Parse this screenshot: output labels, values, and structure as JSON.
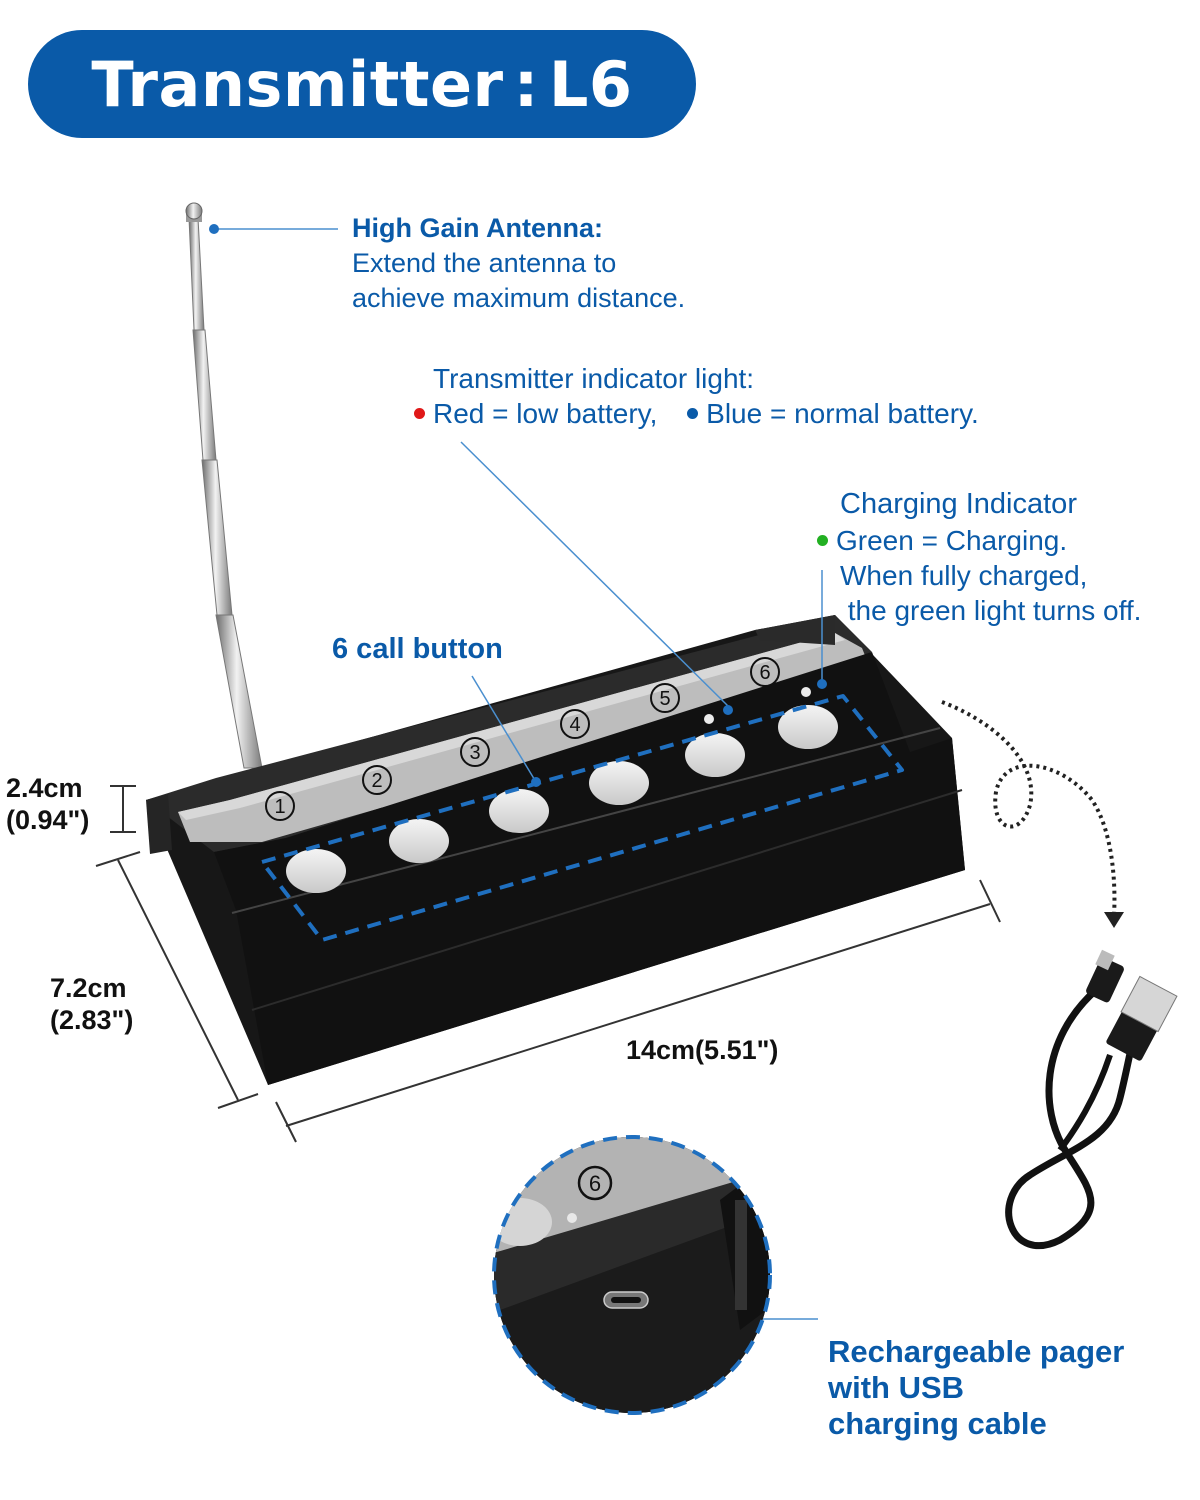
{
  "title": {
    "main": "Transmitter",
    "sep": ":",
    "model": "L6"
  },
  "antenna": {
    "heading": "High Gain Antenna:",
    "line1": "Extend the antenna to",
    "line2": "achieve maximum distance."
  },
  "indicator": {
    "heading": "Transmitter indicator light:",
    "red_text": "Red = low battery,",
    "blue_text": "Blue = normal battery."
  },
  "charging": {
    "heading": "Charging Indicator",
    "line1": "Green = Charging.",
    "line2": "When fully charged,",
    "line3": " the green light turns off."
  },
  "call_button": {
    "label": "6 call button"
  },
  "button_numbers": [
    "1",
    "2",
    "3",
    "4",
    "5",
    "6"
  ],
  "dimensions": {
    "height_cm": "2.4cm",
    "height_in": "(0.94\")",
    "depth_cm": "7.2cm",
    "depth_in": "(2.83\")",
    "width": "14cm(5.51\")"
  },
  "usb": {
    "line1": "Rechargeable pager",
    "line2": "with USB",
    "line3": "charging cable"
  },
  "colors": {
    "brand_blue": "#0a5aa8",
    "red": "#e01818",
    "blue": "#0a5aa8",
    "green": "#22b022",
    "device": "#1a1a1a",
    "strip": "#b8b8b8"
  }
}
